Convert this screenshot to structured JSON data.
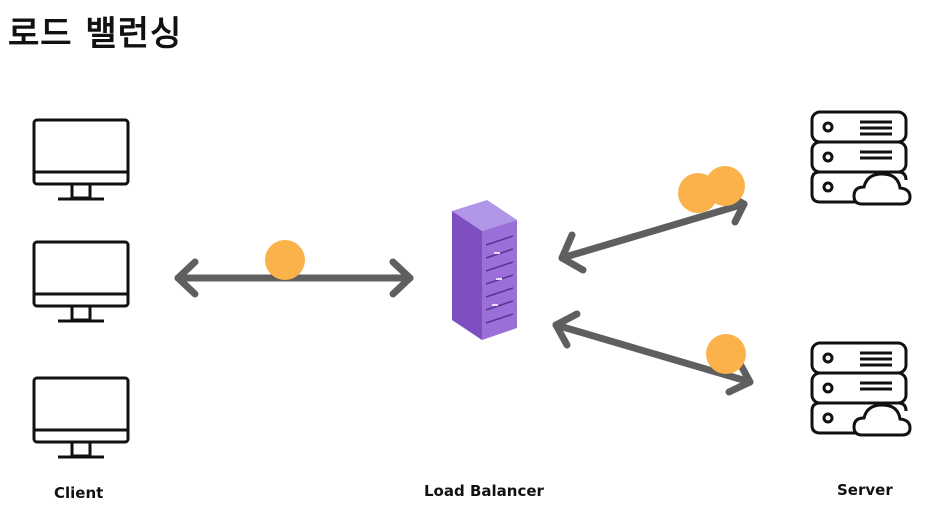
{
  "title": "로드 밸런싱",
  "labels": {
    "client": "Client",
    "load_balancer": "Load Balancer",
    "server": "Server"
  },
  "icons": {
    "client": "monitor-icon",
    "load_balancer": "server-rack-icon",
    "server": "cloud-server-icon"
  },
  "colors": {
    "arrow": "#5f5f5f",
    "packet": "#fbb24a",
    "rack": "#8a5cc7",
    "outline": "#111111"
  }
}
